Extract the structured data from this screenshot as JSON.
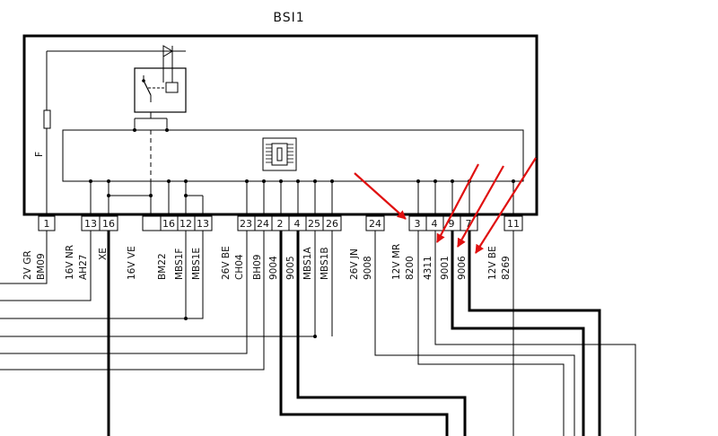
{
  "module": {
    "title": "BSI1",
    "fuse_label": "F"
  },
  "pins": [
    "1",
    "13",
    "16",
    "16",
    "12",
    "13",
    "23",
    "24",
    "2",
    "4",
    "25",
    "26",
    "24",
    "3",
    "4",
    "9",
    "7",
    "11"
  ],
  "wires": [
    {
      "color": "2V GR",
      "code": "BM09"
    },
    {
      "color": "16V NR",
      "code": "AH27"
    },
    {
      "color": "",
      "code": "XE"
    },
    {
      "color": "16V VE",
      "code": ""
    },
    {
      "color": "",
      "code": "BM22"
    },
    {
      "color": "",
      "code": "MBS1F"
    },
    {
      "color": "",
      "code": "MBS1E"
    },
    {
      "color": "26V BE",
      "code": "CH04"
    },
    {
      "color": "",
      "code": "BH09"
    },
    {
      "color": "",
      "code": "9004"
    },
    {
      "color": "",
      "code": "9005"
    },
    {
      "color": "",
      "code": "MBS1A"
    },
    {
      "color": "",
      "code": "MBS1B"
    },
    {
      "color": "26V JN",
      "code": "9008"
    },
    {
      "color": "12V MR",
      "code": "8200"
    },
    {
      "color": "",
      "code": "4311"
    },
    {
      "color": "",
      "code": "9001"
    },
    {
      "color": "",
      "code": "9006"
    },
    {
      "color": "12V BE",
      "code": "8269"
    }
  ],
  "colors": {
    "line": "#000000",
    "annotation": "#e01010"
  }
}
